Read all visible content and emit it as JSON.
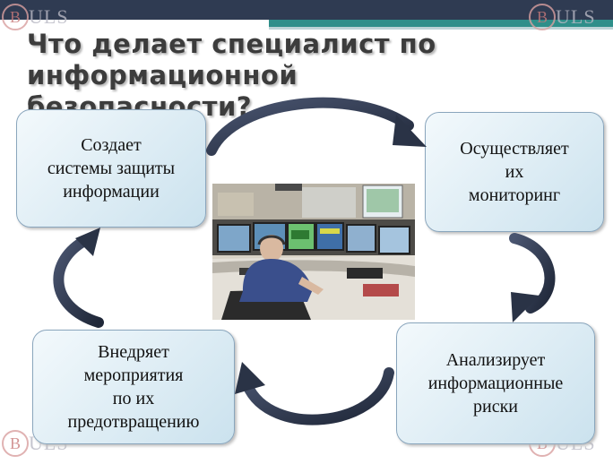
{
  "title": "Что делает специалист по информационной безопасности?",
  "watermark": {
    "letter": "B",
    "rest": "ULS"
  },
  "boxes": [
    {
      "id": "create",
      "text": "Создает\nсистемы защиты\nинформации"
    },
    {
      "id": "monitor",
      "text": "Осуществляет\nих\nмониторинг"
    },
    {
      "id": "analyze",
      "text": "Анализирует\nинформационные\nриски"
    },
    {
      "id": "implement",
      "text": "Внедряет\nмероприятия\nпо   их\nпредотвращению"
    }
  ],
  "colors": {
    "arrow": "#2a3346",
    "box_border": "#8aa6bd",
    "title": "#3c3c3c",
    "topbar": "#2f3b52",
    "accent": "#2f8f8a"
  },
  "icons": {
    "arrows": "curved-cycle-arrows",
    "photo": "security-operator-monitors-photo"
  }
}
